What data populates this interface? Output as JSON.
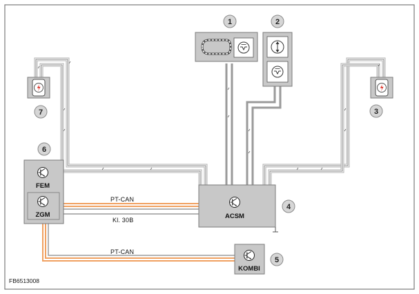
{
  "figure_id": "FB6513008",
  "callouts": {
    "c1": "1",
    "c2": "2",
    "c3": "3",
    "c4": "4",
    "c5": "5",
    "c6": "6",
    "c7": "7"
  },
  "modules": {
    "fem": "FEM",
    "zgm": "ZGM",
    "acsm": "ACSM",
    "kombi": "KOMBI"
  },
  "wires": {
    "ptcan_top": "PT-CAN",
    "kl30b": "Kl. 30B",
    "ptcan_bottom": "PT-CAN"
  },
  "icons": {
    "transistor": "transistor-symbol-icon",
    "igniter": "lightning-igniter-icon",
    "seat_belt": "seat-belt-strap-icon",
    "up_down": "up-down-arrow-icon",
    "sensor": "accelerometer-sensor-icon"
  },
  "colors": {
    "frame": "#7a7a7a",
    "module_fill": "#c8c8c8",
    "wire_orange": "#f0a060",
    "wire_grey": "#9a9a9a",
    "callout_fill": "#d6d6d6"
  }
}
